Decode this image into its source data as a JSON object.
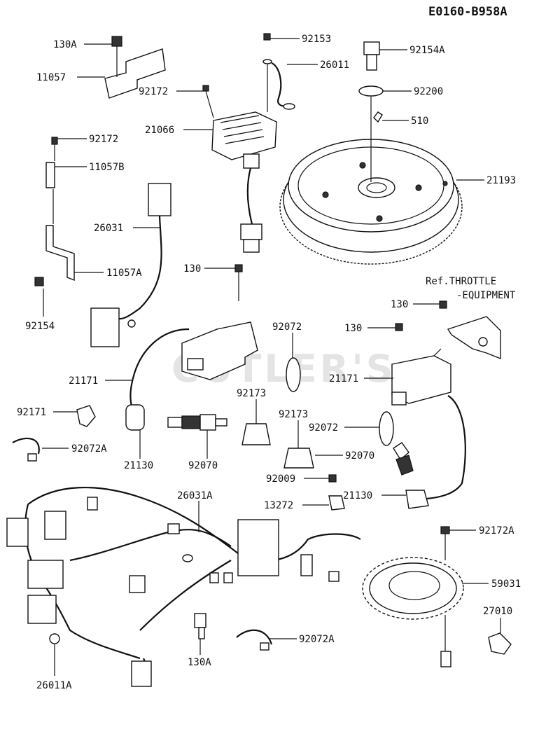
{
  "diagram_code": "E0160-B958A",
  "watermark": "CUTLER'S",
  "reference_note_line1": "Ref.THROTTLE",
  "reference_note_line2": "-EQUIPMENT",
  "parts": [
    {
      "id": "130A"
    },
    {
      "id": "11057"
    },
    {
      "id": "92153"
    },
    {
      "id": "26011"
    },
    {
      "id": "92154A"
    },
    {
      "id": "92172"
    },
    {
      "id": "92200"
    },
    {
      "id": "21066"
    },
    {
      "id": "510"
    },
    {
      "id": "92172"
    },
    {
      "id": "11057B"
    },
    {
      "id": "21193"
    },
    {
      "id": "26031"
    },
    {
      "id": "11057A"
    },
    {
      "id": "130"
    },
    {
      "id": "92154"
    },
    {
      "id": "130"
    },
    {
      "id": "92072"
    },
    {
      "id": "130"
    },
    {
      "id": "21171"
    },
    {
      "id": "21171"
    },
    {
      "id": "92173"
    },
    {
      "id": "92171"
    },
    {
      "id": "92173"
    },
    {
      "id": "92072"
    },
    {
      "id": "92072A"
    },
    {
      "id": "92070"
    },
    {
      "id": "21130"
    },
    {
      "id": "92070"
    },
    {
      "id": "92009"
    },
    {
      "id": "26031A"
    },
    {
      "id": "13272"
    },
    {
      "id": "21130"
    },
    {
      "id": "92172A"
    },
    {
      "id": "59031"
    },
    {
      "id": "27010"
    },
    {
      "id": "92072A"
    },
    {
      "id": "130A"
    },
    {
      "id": "26011A"
    }
  ]
}
